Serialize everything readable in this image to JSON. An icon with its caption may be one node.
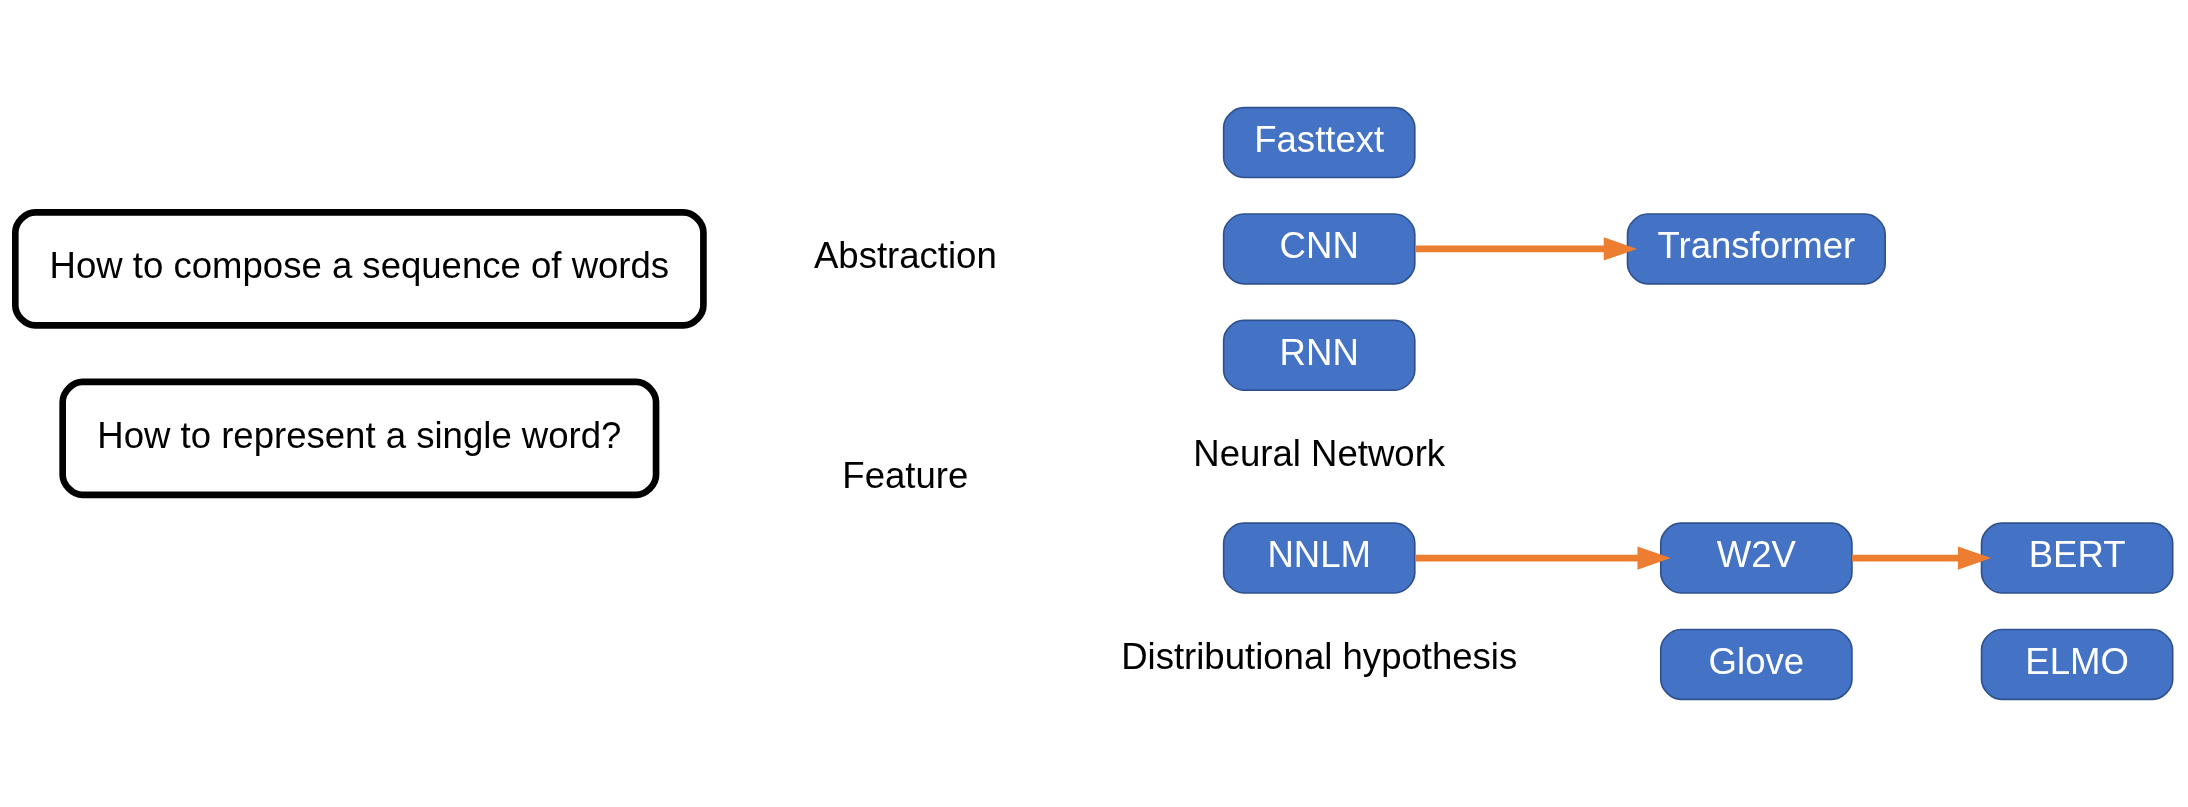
{
  "diagram": {
    "nodes": [
      {
        "text": [
          "How to compose a sequence of words"
        ]
      },
      {
        "text": [
          "How to represent a single word?"
        ]
      },
      {
        "text": [
          "Fasttext"
        ]
      },
      {
        "text": [
          "CNN"
        ]
      },
      {
        "text": [
          "RNN"
        ]
      },
      {
        "text": [
          "Transformer"
        ]
      },
      {
        "text": [
          "NNLM"
        ]
      },
      {
        "text": [
          "W2V"
        ]
      },
      {
        "text": [
          "Glove"
        ]
      },
      {
        "text": [
          "BERT"
        ]
      },
      {
        "text": [
          "ELMO"
        ]
      }
    ],
    "edges": [
      {
        "from": 3,
        "to": 5,
        "arrow": "to"
      },
      {
        "from": 6,
        "to": 7,
        "arrow": "to"
      },
      {
        "from": 7,
        "to": 9,
        "arrow": "to"
      }
    ],
    "labels": [
      "Abstraction",
      "Neural Network",
      "Feature",
      "Distributional hypothesis"
    ]
  }
}
